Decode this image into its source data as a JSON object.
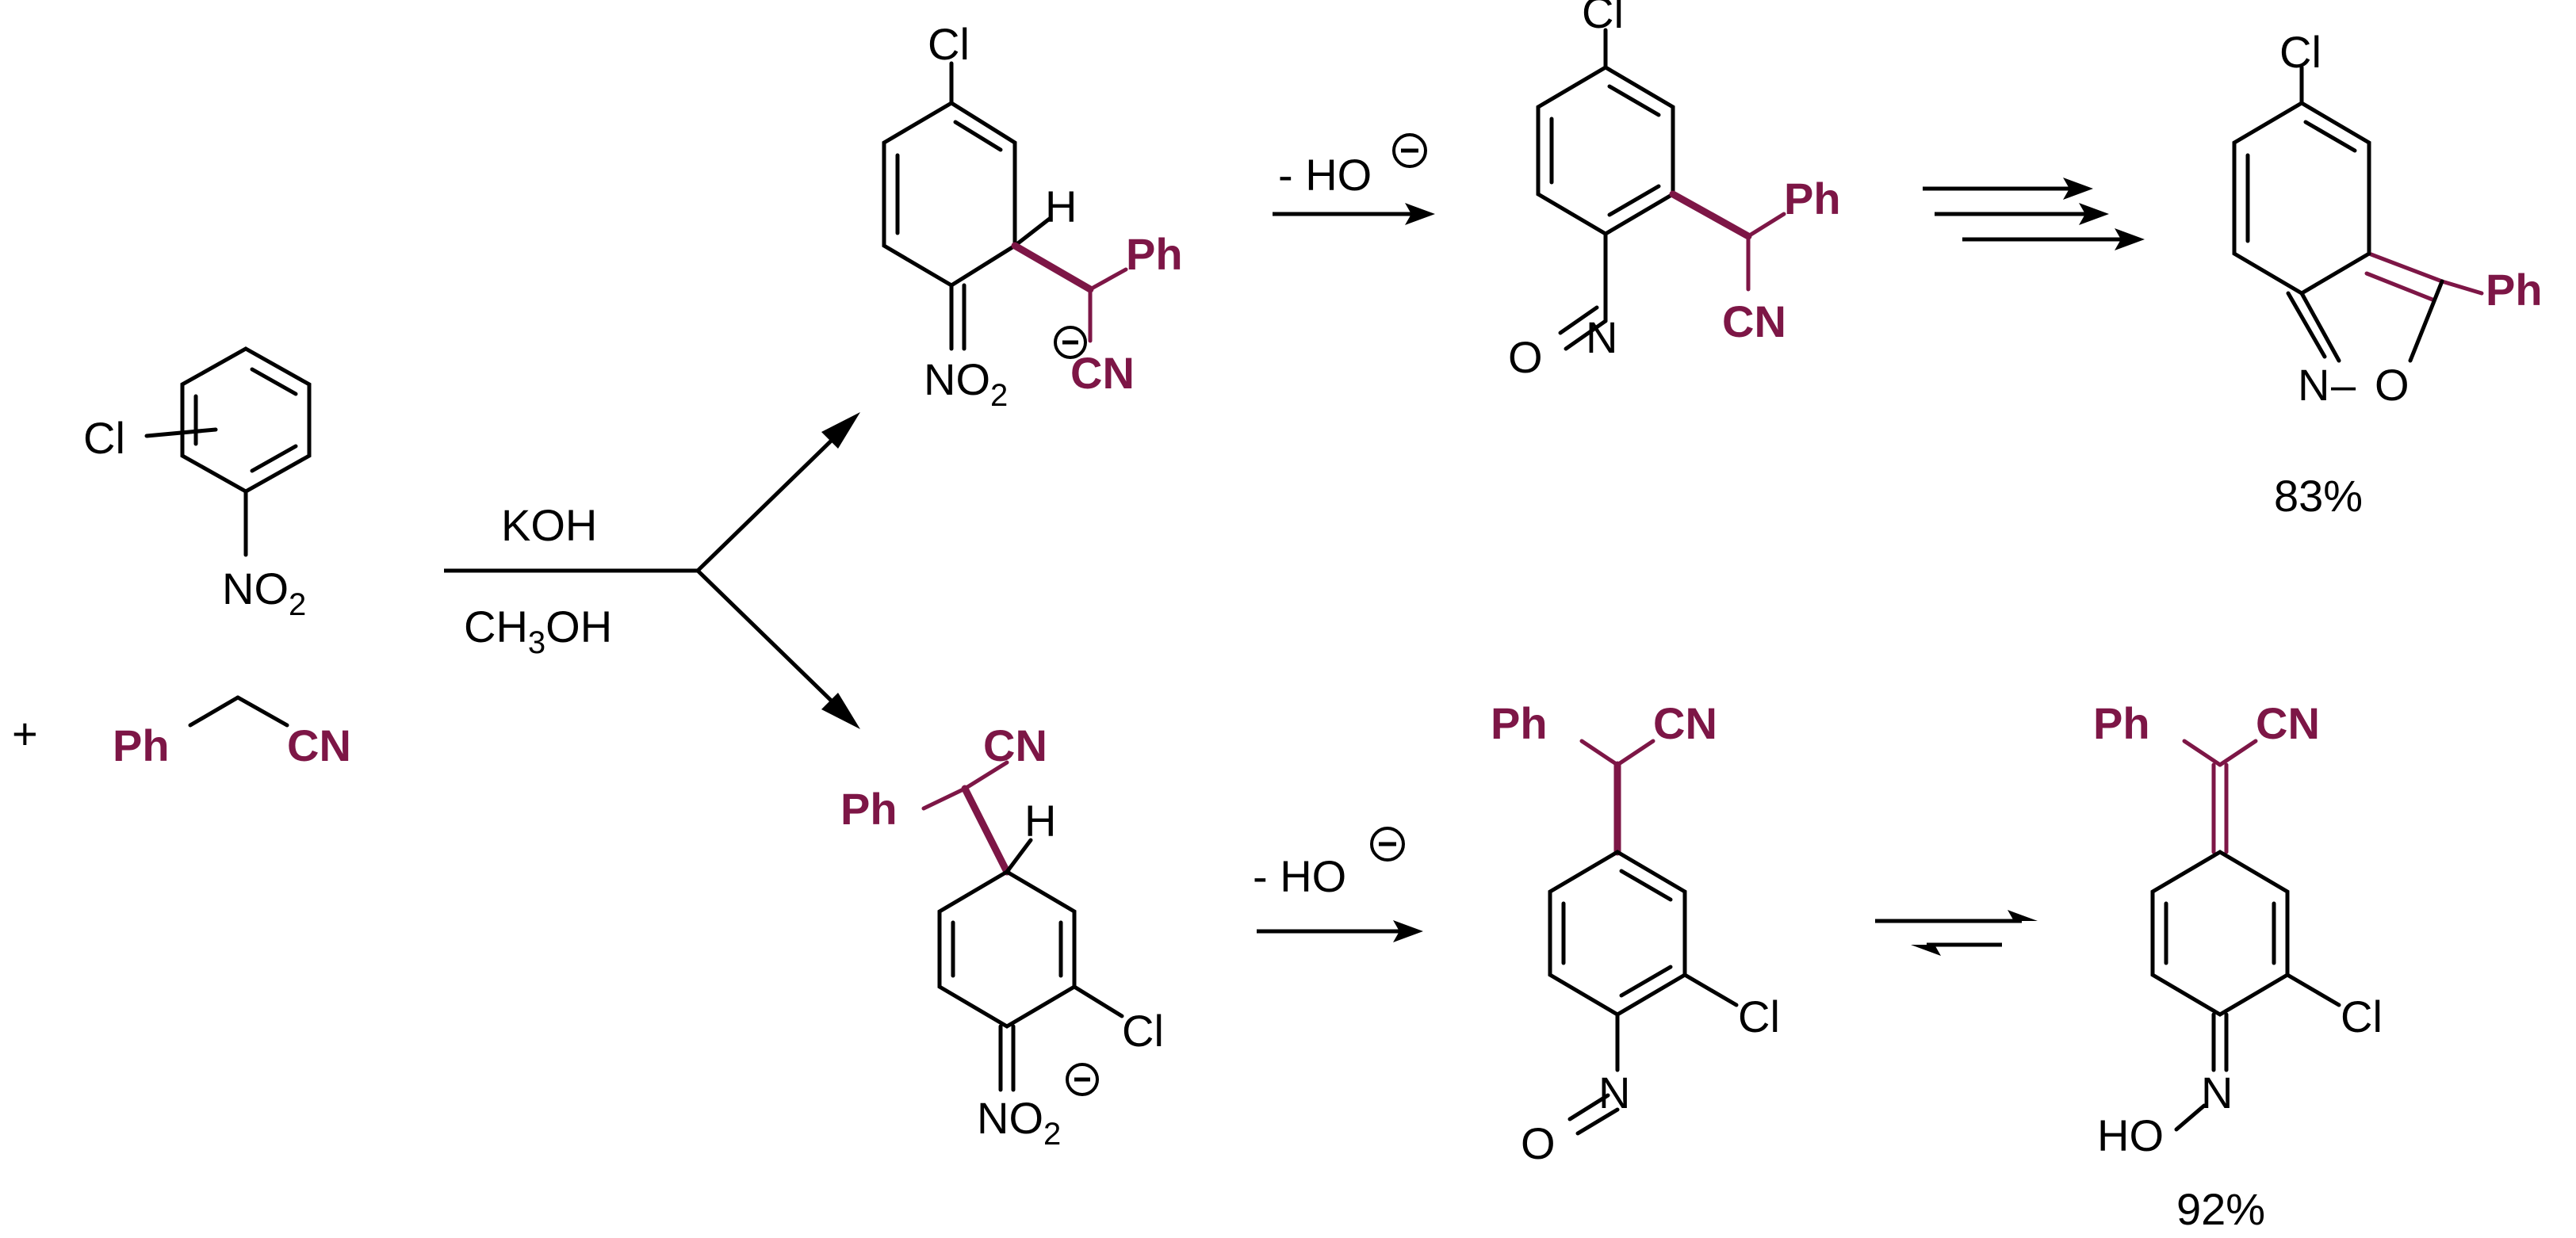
{
  "colors": {
    "accent": "#7d1646",
    "ink": "#000000"
  },
  "reactants": {
    "nitro_group": "NO",
    "nitro_sub": "2",
    "chloro": "Cl",
    "plus": "+",
    "nitrile_ph": "Ph",
    "nitrile_cn": "CN"
  },
  "conditions": {
    "base": "KOH",
    "solvent_a": "CH",
    "solvent_sub": "3",
    "solvent_b": "OH"
  },
  "top_pathway": {
    "adduct": {
      "cl": "Cl",
      "h": "H",
      "ph": "Ph",
      "cn": "CN",
      "no": "NO",
      "no_sub": "2"
    },
    "step_label": "- HO",
    "nitroso": {
      "cl": "Cl",
      "ph": "Ph",
      "cn": "CN",
      "o": "O",
      "n": "N"
    },
    "product": {
      "cl": "Cl",
      "ph": "Ph",
      "n": "N",
      "o": "O",
      "dash": "–",
      "yield": "83%"
    }
  },
  "bottom_pathway": {
    "adduct": {
      "cn": "CN",
      "ph": "Ph",
      "h": "H",
      "cl": "Cl",
      "no": "NO",
      "no_sub": "2"
    },
    "step_label": "- HO",
    "nitroso": {
      "ph": "Ph",
      "cn": "CN",
      "cl": "Cl",
      "o": "O",
      "n": "N"
    },
    "product": {
      "ph": "Ph",
      "cn": "CN",
      "cl": "Cl",
      "n": "N",
      "ho": "HO",
      "dash": "–",
      "yield": "92%"
    }
  }
}
